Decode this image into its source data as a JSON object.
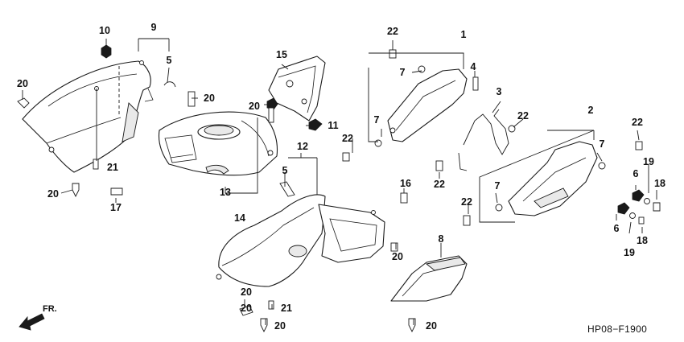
{
  "diagram_code": "HP08−F1900",
  "direction_label": "FR.",
  "refs": {
    "r1": "1",
    "r2": "2",
    "r3": "3",
    "r4": "4",
    "r5a": "5",
    "r5b": "5",
    "r6a": "6",
    "r6b": "6",
    "r7a": "7",
    "r7b": "7",
    "r7c": "7",
    "r7d": "7",
    "r8": "8",
    "r9": "9",
    "r10": "10",
    "r11": "11",
    "r12": "12",
    "r13": "13",
    "r14": "14",
    "r15": "15",
    "r16": "16",
    "r17": "17",
    "r18a": "18",
    "r18b": "18",
    "r19a": "19",
    "r19b": "19",
    "r20a": "20",
    "r20b": "20",
    "r20c": "20",
    "r20d": "20",
    "r20e": "20",
    "r20f": "20",
    "r20g": "20",
    "r20h": "20",
    "r20i": "20",
    "r21a": "21",
    "r21b": "21",
    "r22a": "22",
    "r22b": "22",
    "r22c": "22",
    "r22d": "22",
    "r22e": "22",
    "r22f": "22"
  }
}
